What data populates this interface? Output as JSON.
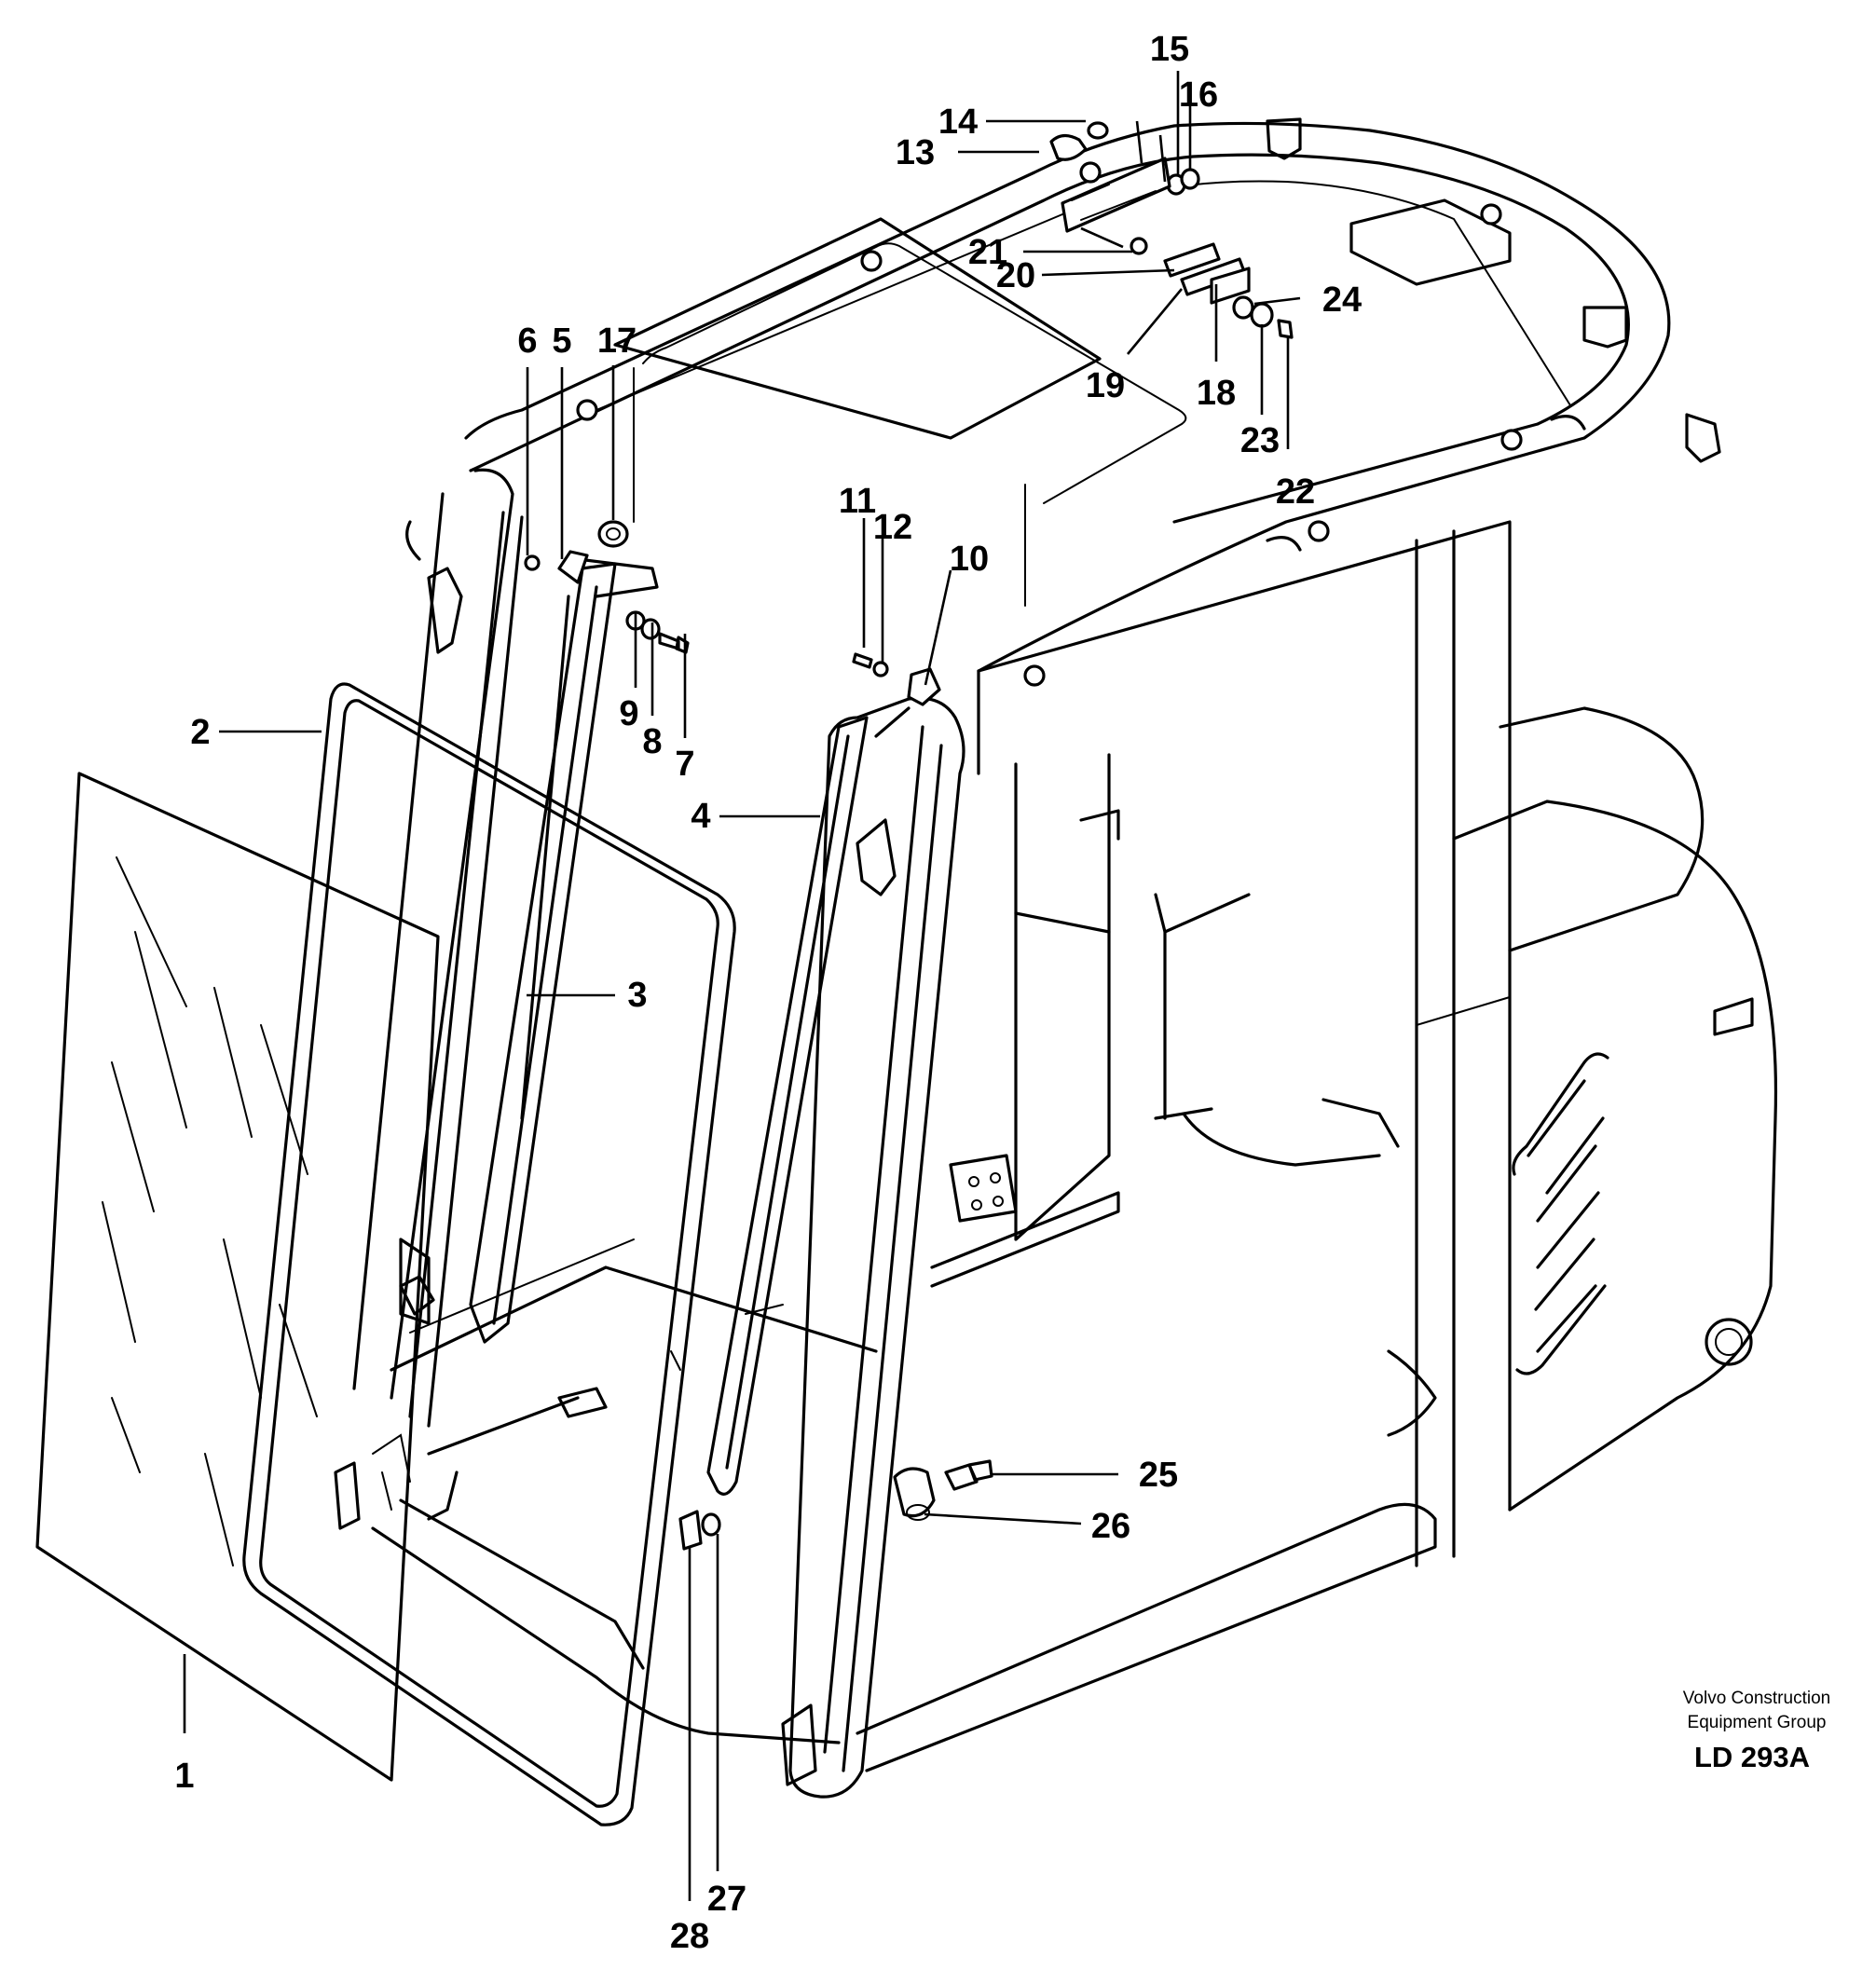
{
  "diagram": {
    "callouts": [
      {
        "id": "1",
        "text": "1"
      },
      {
        "id": "2",
        "text": "2"
      },
      {
        "id": "3",
        "text": "3"
      },
      {
        "id": "4",
        "text": "4"
      },
      {
        "id": "5",
        "text": "5"
      },
      {
        "id": "6",
        "text": "6"
      },
      {
        "id": "7",
        "text": "7"
      },
      {
        "id": "8",
        "text": "8"
      },
      {
        "id": "9",
        "text": "9"
      },
      {
        "id": "10",
        "text": "10"
      },
      {
        "id": "11",
        "text": "11"
      },
      {
        "id": "12",
        "text": "12"
      },
      {
        "id": "13",
        "text": "13"
      },
      {
        "id": "14",
        "text": "14"
      },
      {
        "id": "15",
        "text": "15"
      },
      {
        "id": "16",
        "text": "16"
      },
      {
        "id": "17",
        "text": "17"
      },
      {
        "id": "18",
        "text": "18"
      },
      {
        "id": "19",
        "text": "19"
      },
      {
        "id": "20",
        "text": "20"
      },
      {
        "id": "21",
        "text": "21"
      },
      {
        "id": "22",
        "text": "22"
      },
      {
        "id": "23",
        "text": "23"
      },
      {
        "id": "24",
        "text": "24"
      },
      {
        "id": "25",
        "text": "25"
      },
      {
        "id": "26",
        "text": "26"
      },
      {
        "id": "27",
        "text": "27"
      },
      {
        "id": "28",
        "text": "28"
      }
    ],
    "credit_line1": "Volvo Construction",
    "credit_line2": "Equipment Group",
    "drawing_code": "LD 293A"
  }
}
